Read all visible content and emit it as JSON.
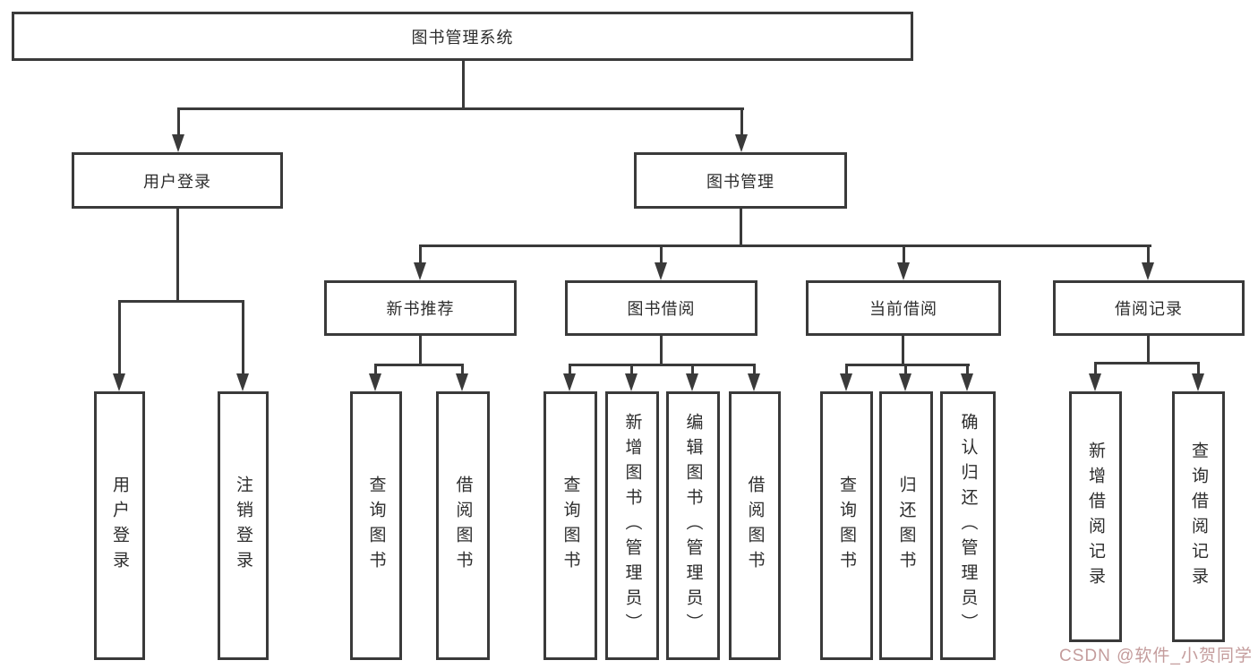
{
  "tree": {
    "root": {
      "label": "图书管理系统",
      "children": [
        {
          "label": "用户登录",
          "children": [
            {
              "label": "用户登录"
            },
            {
              "label": "注销登录"
            }
          ]
        },
        {
          "label": "图书管理",
          "children": [
            {
              "label": "新书推荐",
              "children": [
                {
                  "label": "查询图书"
                },
                {
                  "label": "借阅图书"
                }
              ]
            },
            {
              "label": "图书借阅",
              "children": [
                {
                  "label": "查询图书"
                },
                {
                  "label": "新增图书（管理员）"
                },
                {
                  "label": "编辑图书（管理员）"
                },
                {
                  "label": "借阅图书"
                }
              ]
            },
            {
              "label": "当前借阅",
              "children": [
                {
                  "label": "查询图书"
                },
                {
                  "label": "归还图书"
                },
                {
                  "label": "确认归还（管理员）"
                }
              ]
            },
            {
              "label": "借阅记录",
              "children": [
                {
                  "label": "新增借阅记录"
                },
                {
                  "label": "查询借阅记录"
                }
              ]
            }
          ]
        }
      ]
    }
  },
  "watermark": {
    "text": "CSDN @软件_小贺同学"
  },
  "colors": {
    "line": "#3a3a3a",
    "text": "#2d2d2d",
    "watermark": "#c49c9c",
    "background": "#ffffff"
  }
}
